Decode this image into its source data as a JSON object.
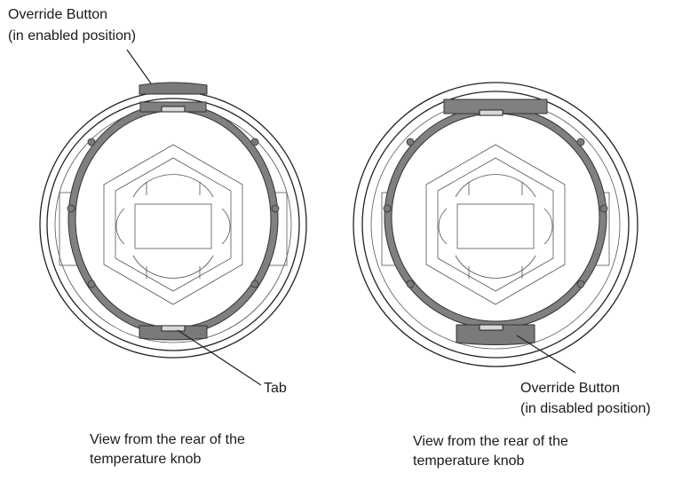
{
  "labels": {
    "override_enabled_line1": "Override Button",
    "override_enabled_line2": "(in enabled position)",
    "tab": "Tab",
    "override_disabled_line1": "Override Button",
    "override_disabled_line2": "(in disabled position)",
    "caption_left_line1": "View from the rear of the",
    "caption_left_line2": "temperature knob",
    "caption_right_line1": "View from the rear of the",
    "caption_right_line2": "temperature knob"
  }
}
